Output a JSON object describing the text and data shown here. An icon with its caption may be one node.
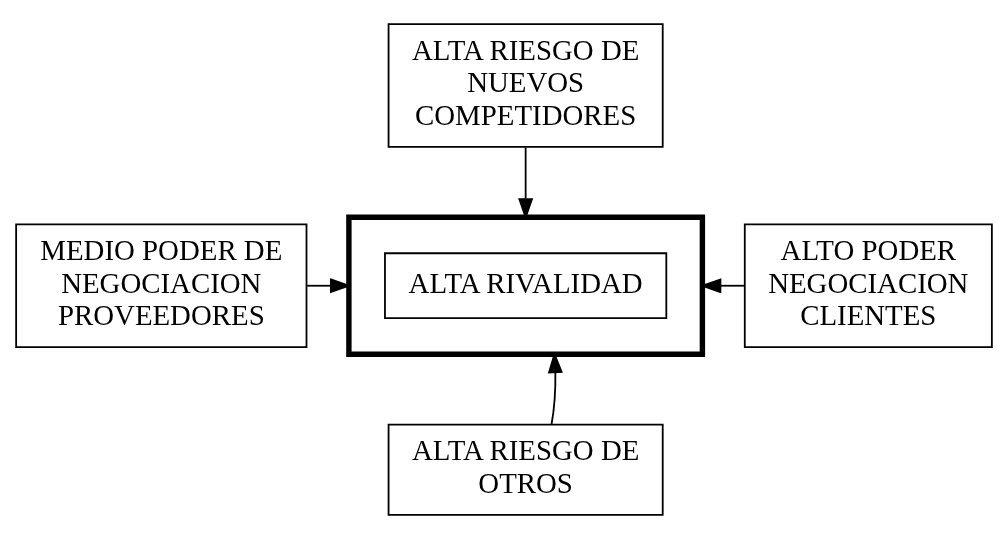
{
  "diagram": {
    "nodes": [
      {
        "text": [
          "ALTA RIESGO DE NUEVOS COMPETIDORES"
        ]
      },
      {
        "text": [
          "MEDIO PODER DE NEGOCIACION PROVEEDORES"
        ]
      },
      {
        "text": [],
        "shape": "box"
      },
      {
        "text": [
          "ALTA RIVALIDAD"
        ],
        "in": 2
      },
      {
        "text": [
          "ALTO PODER NEGOCIACION CLIENTES"
        ]
      },
      {
        "text": [
          "ALTA RIESGO DE OTROS"
        ]
      }
    ],
    "edges": [
      {
        "from": 0,
        "to": 2,
        "arrow": "to"
      },
      {
        "from": 1,
        "to": 2,
        "arrow": "to"
      },
      {
        "from": 4,
        "to": 2,
        "arrow": "to"
      },
      {
        "from": 5,
        "to": 2,
        "arrow": "to"
      }
    ]
  }
}
